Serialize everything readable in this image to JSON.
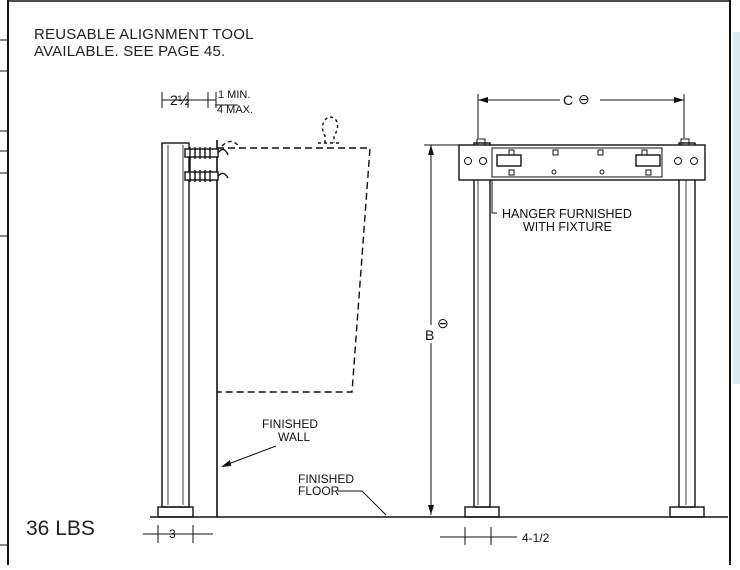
{
  "note": {
    "line1": "REUSABLE ALIGNMENT TOOL",
    "line2": "AVAILABLE. SEE PAGE 45."
  },
  "weight": "36 LBS",
  "side_view": {
    "bracket_offset": "2½",
    "clearance_min": "1 MIN.",
    "clearance_max": "4 MAX.",
    "base_width": "3",
    "finished_wall": [
      "FINISHED",
      "WALL"
    ],
    "finished_floor": [
      "FINISHED",
      "FLOOR"
    ]
  },
  "front_view": {
    "width_label": "C",
    "height_label": "B",
    "symbol": "⊖",
    "hanger_note": [
      "HANGER FURNISHED",
      "WITH FIXTURE"
    ],
    "foot_dim": "4-1/2"
  },
  "colors": {
    "line": "#111111",
    "side_panel": "#dcebf3"
  }
}
